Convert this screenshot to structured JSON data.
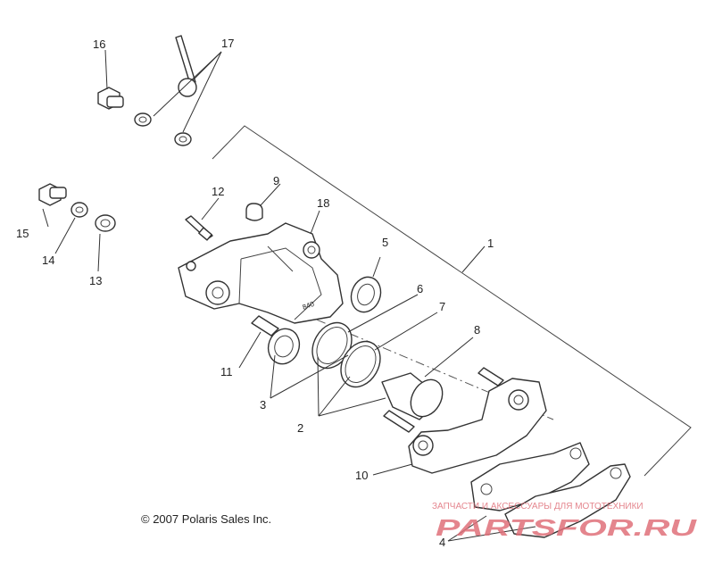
{
  "callouts": {
    "c1": "1",
    "c2": "2",
    "c3": "3",
    "c4": "4",
    "c5": "5",
    "c6": "6",
    "c7": "7",
    "c8": "8",
    "c9": "9",
    "c10": "10",
    "c11": "11",
    "c12": "12",
    "c13": "13",
    "c14": "14",
    "c15": "15",
    "c16": "16",
    "c17": "17",
    "c18": "18"
  },
  "copyright": "© 2007 Polaris Sales Inc.",
  "caliper_stamp": "840",
  "watermark": {
    "tagline": "ЗАПЧАСТИ И АКСЕССУАРЫ ДЛЯ МОТОТЕХНИКИ",
    "logo_text": "PARTSFOR.RU",
    "color": "#e0707a"
  }
}
